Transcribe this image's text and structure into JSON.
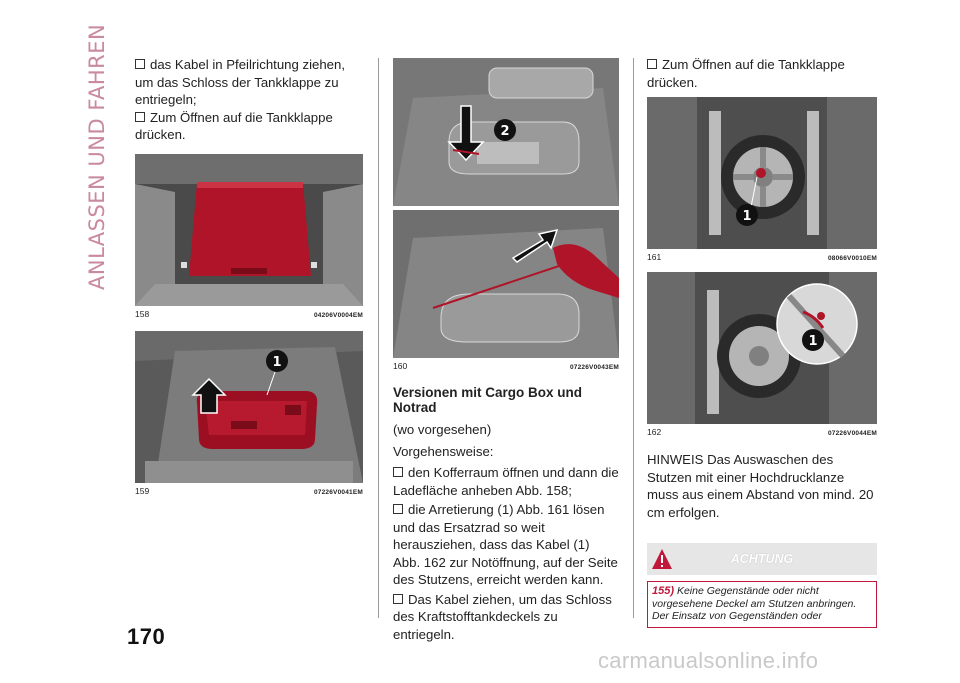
{
  "side_title": "ANLASSEN UND FAHREN",
  "page_number": "170",
  "watermark": "carmanualsonline.info",
  "col1": {
    "bullet1": "das Kabel in Pfeilrichtung ziehen, um das Schloss der Tankklappe zu entriegeln;",
    "bullet2": "Zum Öffnen auf die Tankklappe drücken.",
    "fig158": {
      "num": "158",
      "code": "04206V0004EM"
    },
    "fig159": {
      "num": "159",
      "code": "07226V0041EM",
      "callout": "1"
    }
  },
  "col2": {
    "fig160": {
      "num": "160",
      "code": "07226V0043EM",
      "callout": "2"
    },
    "heading": "Versionen mit Cargo Box und Notrad",
    "subheading": "(wo vorgesehen)",
    "procedure": "Vorgehensweise:",
    "bullet1": "den Kofferraum öffnen und dann die Ladefläche anheben Abb. 158;",
    "bullet2": "die Arretierung (1) Abb. 161 lösen und das Ersatzrad so weit herausziehen, dass das Kabel (1) Abb. 162 zur Notöffnung, auf der Seite des Stutzens, erreicht werden kann.",
    "bullet3": "Das Kabel ziehen, um das Schloss des Kraftstofftankdeckels zu entriegeln."
  },
  "col3": {
    "bullet1": "Zum Öffnen auf die Tankklappe drücken.",
    "fig161": {
      "num": "161",
      "code": "08066V0010EM",
      "callout": "1"
    },
    "fig162": {
      "num": "162",
      "code": "07226V0044EM",
      "callout": "1"
    },
    "note": "HINWEIS Das Auswaschen des Stutzen mit einer Hochdrucklanze muss aus einem Abstand von mind. 20 cm erfolgen.",
    "warning": {
      "title": "ACHTUNG",
      "number": "155)",
      "text": "Keine Gegenstände oder nicht vorgesehene Deckel am Stutzen anbringen. Der Einsatz von Gegenständen oder"
    }
  },
  "colors": {
    "accent": "#c0183a",
    "side_title": "#c98a9d",
    "panel_red": "#b01428"
  }
}
